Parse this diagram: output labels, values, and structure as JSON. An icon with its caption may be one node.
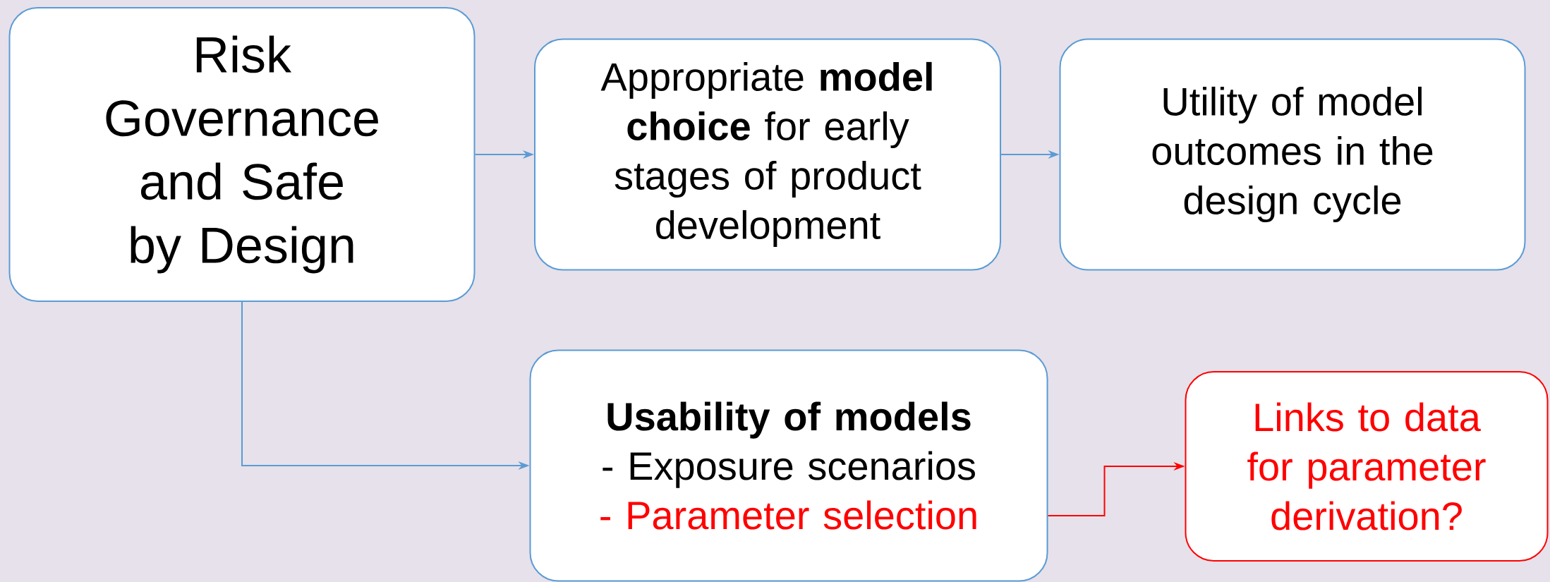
{
  "diagram": {
    "nodes": [
      {
        "text": [
          "Risk Governance and Safe by Design"
        ]
      },
      {
        "text": [
          "Appropriate **model choice** for early stages of product development"
        ]
      },
      {
        "text": [
          "Utility of model outcomes in the design cycle"
        ]
      },
      {
        "text": [
          "Usability of models",
          "- Exposure scenarios",
          "- Parameter selection"
        ]
      },
      {
        "text": [
          "Links to data for parameter derivation?"
        ]
      }
    ],
    "edges": [
      {
        "from": 0,
        "to": 1,
        "arrow": "to"
      },
      {
        "from": 1,
        "to": 2,
        "arrow": "to"
      },
      {
        "from": 0,
        "to": 3,
        "arrow": "to"
      },
      {
        "from": 3,
        "to": 4,
        "arrow": "to",
        "color": "#ff0000"
      }
    ]
  }
}
